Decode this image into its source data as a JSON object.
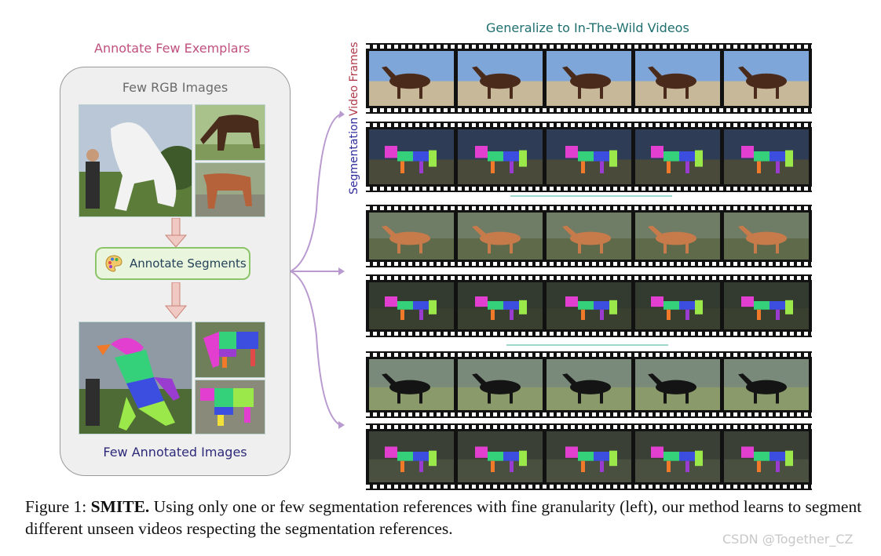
{
  "figure": {
    "left_heading": "Annotate Few Exemplars",
    "right_heading": "Generalize to In-The-Wild Videos",
    "panel_title": "Few RGB Images",
    "annotate_button": "Annotate Segments",
    "panel_bottom": "Few Annotated Images",
    "row_label_frames": "Video Frames",
    "row_label_segmentation": "Segmentation",
    "palette_icon": "palette-icon"
  },
  "caption": {
    "prefix": "Figure 1: ",
    "bold": "SMITE.",
    "text": " Using only one or few segmentation references with fine granularity (left), our method learns to segment different unseen videos respecting the segmentation references."
  },
  "watermark": "CSDN @Together_CZ",
  "colors": {
    "pink_label": "#c0507e",
    "teal_label": "#1f6f6f",
    "button_border": "#8cc46a",
    "arrow": "#b99ad0",
    "magenta_seg": "#e23fd0",
    "green_seg": "#35d07a",
    "blue_seg": "#3c4ee0",
    "lime_seg": "#9be84a",
    "orange_seg": "#f07a2a"
  }
}
